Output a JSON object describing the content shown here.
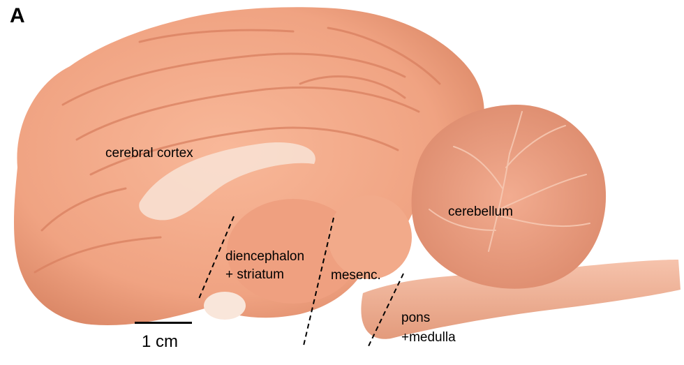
{
  "figure": {
    "panel_letter": "A",
    "labels": {
      "cortex": "cerebral cortex",
      "cerebellum": "cerebellum",
      "diencephalon_line1": "diencephalon",
      "diencephalon_line2": "+ striatum",
      "mesencephalon": "mesenc.",
      "pons_line1": "pons",
      "pons_line2": "+medulla"
    },
    "scale_bar_label": "1 cm",
    "colors": {
      "tissue": "#F0A382",
      "tissue_light": "#F5B596",
      "tissue_dark": "#D98564",
      "white_matter": "#F8E0D2",
      "background": "#FFFFFF",
      "annotation": "#000000"
    }
  }
}
